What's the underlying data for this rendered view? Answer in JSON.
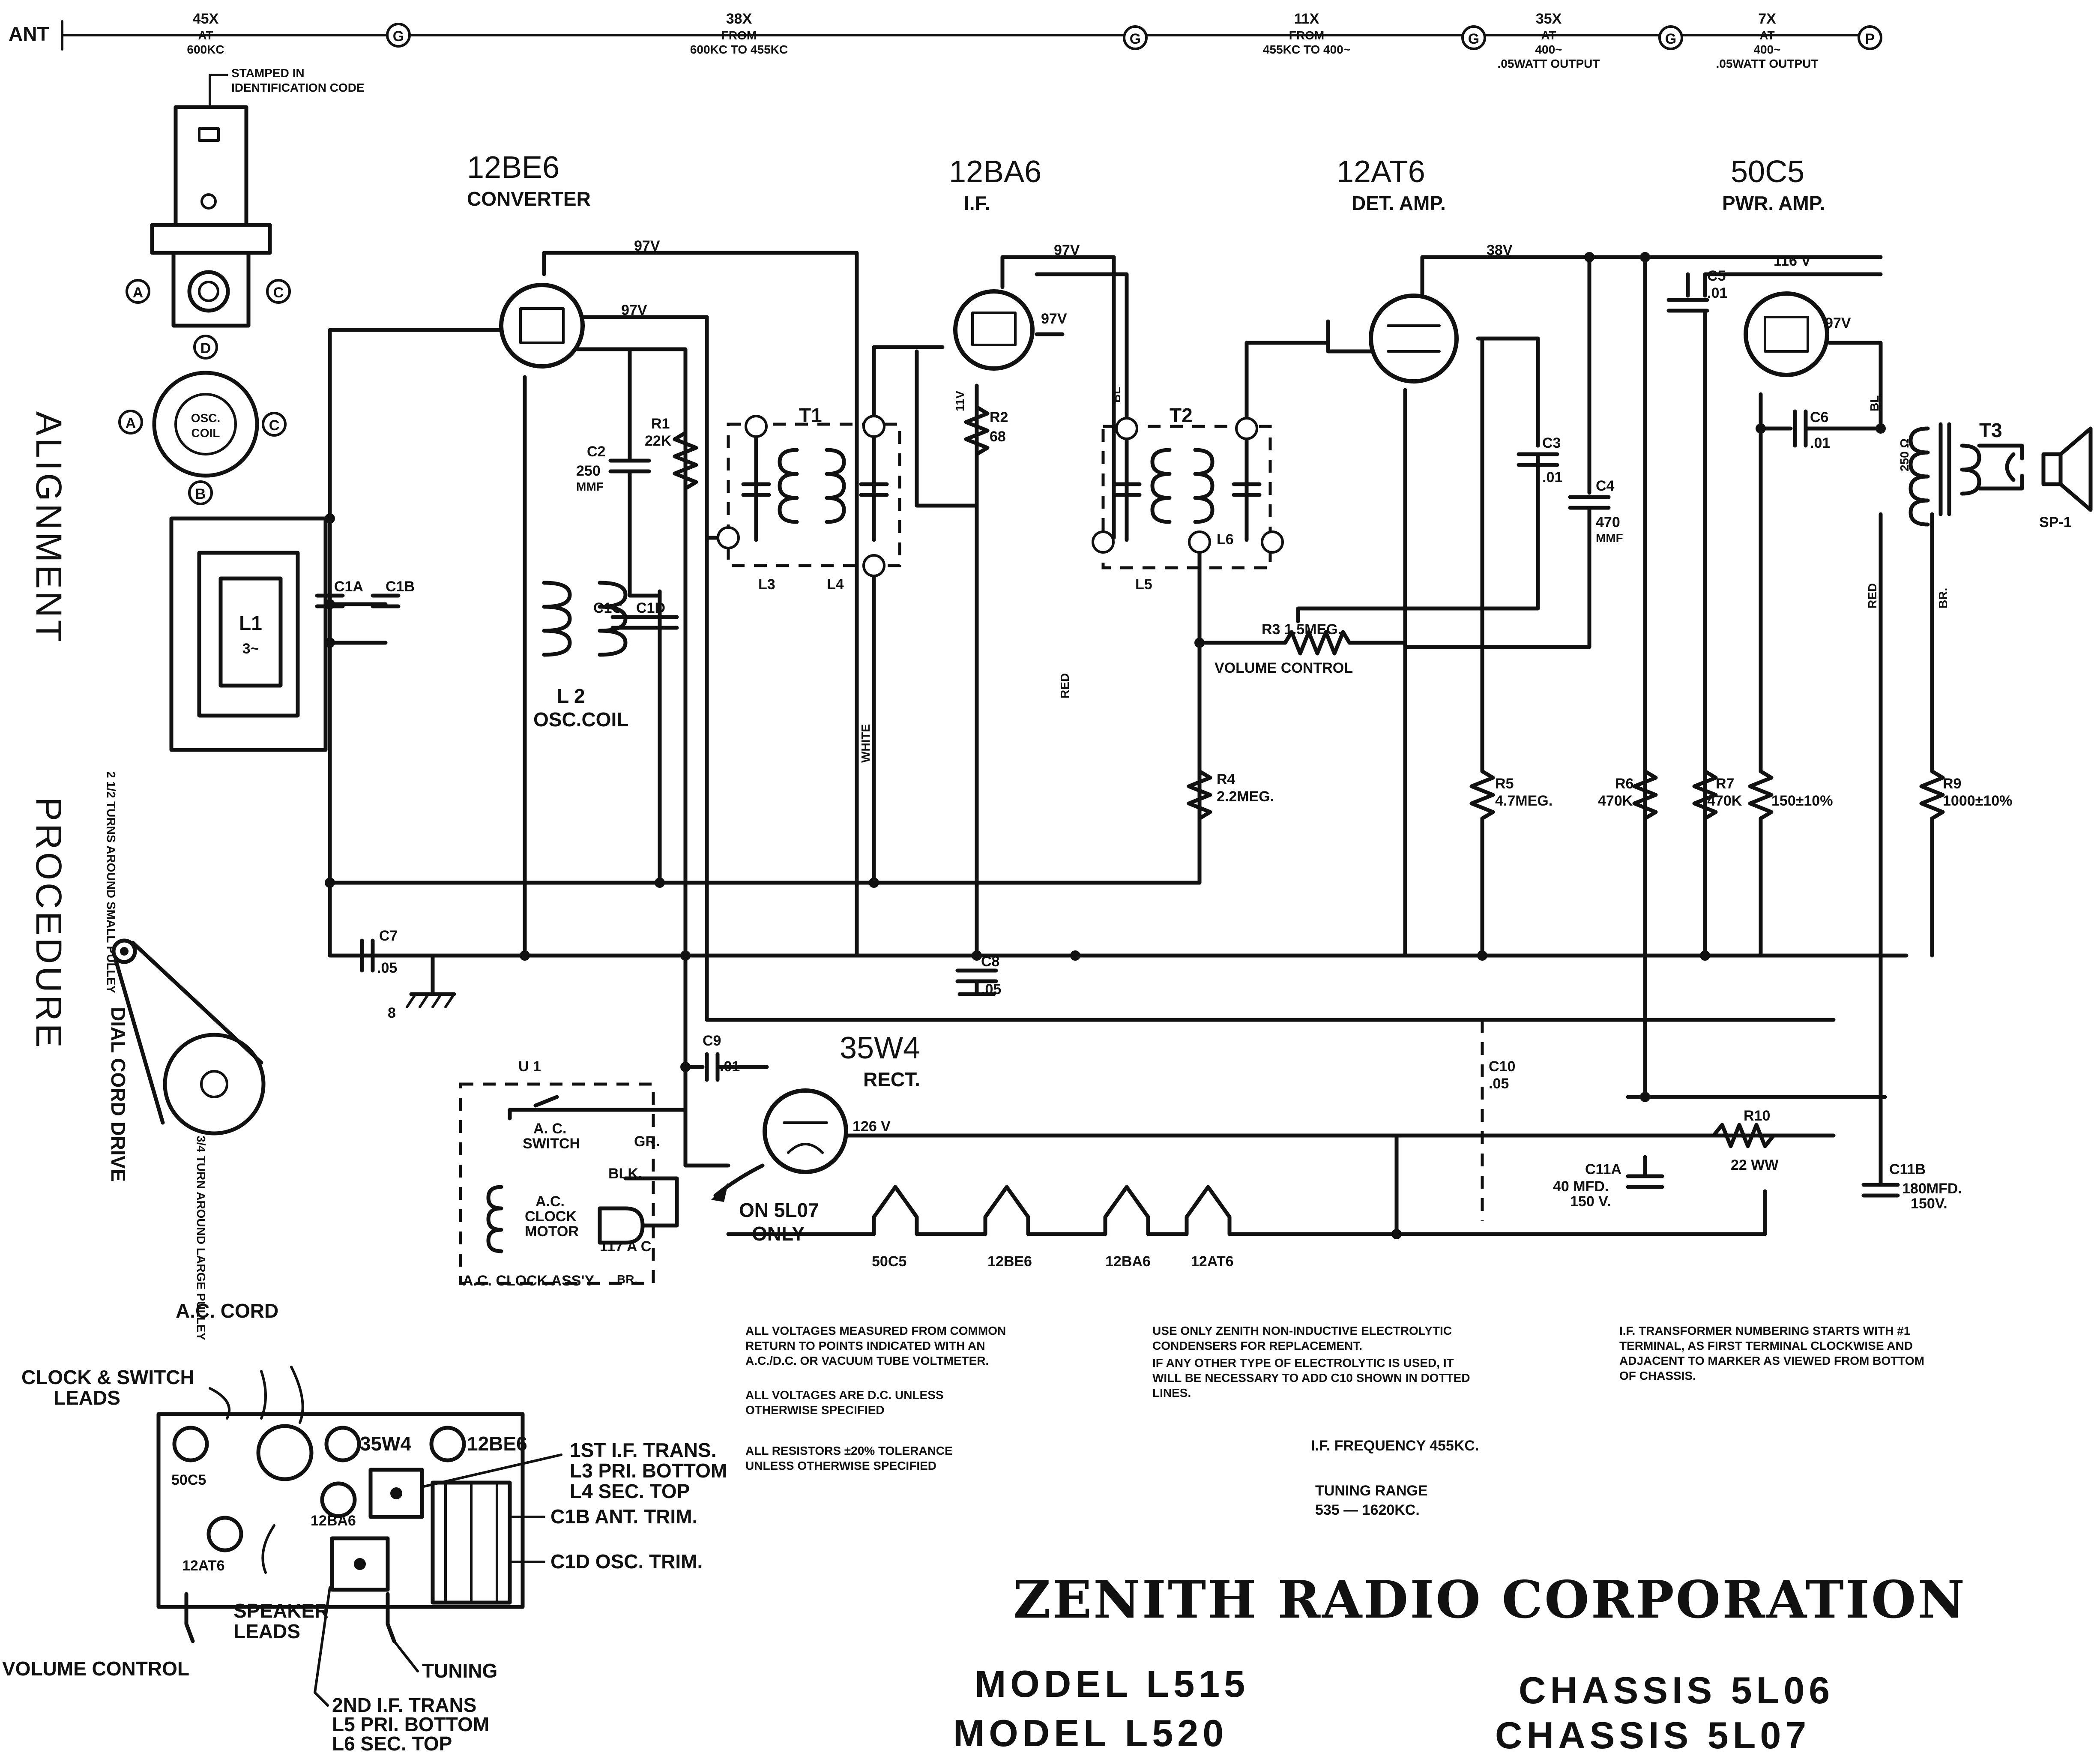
{
  "signal_chain": {
    "ant": "ANT",
    "stage1_gain": "45X",
    "stage1_at": "AT",
    "stage1_freq": "600KC",
    "stage2_gain": "38X",
    "stage2_at": "FROM",
    "stage2_freq": "600KC TO 455KC",
    "stage3_gain": "11X",
    "stage3_at": "FROM",
    "stage3_freq": "455KC TO 400~",
    "stage4_gain": "35X",
    "stage4_at": "AT",
    "stage4_freq": "400~",
    "stage4_out": ".05WATT OUTPUT",
    "stage5_gain": "7X",
    "stage5_at": "AT",
    "stage5_freq": "400~",
    "stage5_out": ".05WATT OUTPUT",
    "node_g": "G",
    "node_p": "P"
  },
  "coil_drawing": {
    "stamped_line1": "STAMPED IN",
    "stamped_line2": "IDENTIFICATION CODE",
    "pin_a": "A",
    "pin_b": "B",
    "pin_c": "C",
    "pin_d": "D",
    "osc_line1": "OSC.",
    "osc_line2": "COIL"
  },
  "tubes": {
    "t1_type": "12BE6",
    "t1_func": "CONVERTER",
    "t2_type": "12BA6",
    "t2_func": "I.F.",
    "t3_type": "12AT6",
    "t3_func": "DET. AMP.",
    "t4_type": "50C5",
    "t4_func": "PWR. AMP.",
    "t5_type": "35W4",
    "t5_func": "RECT."
  },
  "voltages": {
    "v1": "97V",
    "v2": "97V",
    "v3": "97V",
    "v4": "97V",
    "v5": "38V",
    "v6": "116 V",
    "v7": "97V",
    "v8": "126 V",
    "v9": "11V"
  },
  "components": {
    "c2": "C2",
    "c2_val": "250",
    "c2_unit": "MMF",
    "r1": "R1",
    "r1_val": "22K",
    "r2": "R2",
    "r2_val": "68",
    "t1": "T1",
    "t2": "T2",
    "t3": "T3",
    "l1": "L1",
    "l1_sub": "3~",
    "l2": "L 2",
    "l2_sub": "OSC.COIL",
    "l3": "L3",
    "l4": "L4",
    "l5": "L5",
    "l6": "L6",
    "c1a": "C1A",
    "c1b": "C1B",
    "c1c": "C1C",
    "c1d": "C1D",
    "c3": "C3",
    "c3_val": ".01",
    "c4": "C4",
    "c4_val": "470",
    "c4_unit": "MMF",
    "c5": "C5",
    "c5_val": ".01",
    "c6": "C6",
    "c6_val": ".01",
    "r3": "R3 1.5MEG.",
    "vol": "VOLUME CONTROL",
    "r4": "R4",
    "r4_val": "2.2MEG.",
    "r5": "R5",
    "r5_val": "4.7MEG.",
    "r6": "R6",
    "r6_val": "470K",
    "r7": "R7",
    "r7_val": "470K",
    "r8_val": "150±10%",
    "r9": "R9",
    "r9_val": "1000±10%",
    "r10": "R10",
    "r10_val": "22 WW",
    "c7": "C7",
    "c7_val": ".05",
    "c8": "C8",
    "c8_val": ".05",
    "c9": "C9",
    "c9_val": ".01",
    "c10": "C10",
    "c10_val": ".05",
    "c11a": "C11A",
    "c11a_val1": "40 MFD.",
    "c11a_val2": "150 V.",
    "c11b": "C11B",
    "c11b_val1": "180MFD.",
    "c11b_val2": "150V.",
    "sp": "SP-1",
    "t3_ohm": "250 Ω",
    "u1": "U 1",
    "ac_switch1": "A. C.",
    "ac_switch2": "SWITCH",
    "clock1": "A.C.",
    "clock2": "CLOCK",
    "clock3": "MOTOR",
    "clock_assy": "A.C. CLOCK ASS'Y",
    "plug": "117 A C",
    "on5l07_1": "ON 5L07",
    "on5l07_2": "ONLY",
    "gr": "GR.",
    "blk": "BLK.",
    "br": "BR.",
    "ground": "8",
    "wire_bl1": "BL",
    "wire_bl2": "BL",
    "wire_white": "WHITE",
    "wire_red": "RED",
    "wire_red2": "RED",
    "wire_br": "BR."
  },
  "heaters": {
    "h1": "50C5",
    "h2": "12BE6",
    "h3": "12BA6",
    "h4": "12AT6"
  },
  "side_title": {
    "line1": "ALIGNMENT",
    "line2": "PROCEDURE"
  },
  "dial": {
    "top_note": "2 1/2 TURNS AROUND SMALL PULLEY",
    "bottom_note": "3/4 TURN AROUND LARGE PULLEY",
    "title": "DIAL CORD DRIVE"
  },
  "chassis_view": {
    "ac_cord": "A.C. CORD",
    "clock_switch1": "CLOCK & SWITCH",
    "clock_switch2": "LEADS",
    "tube_50c5": "50C5",
    "tube_35w4": "35W4",
    "tube_12be6": "12BE6",
    "tube_12ba6": "12BA6",
    "tube_12at6": "12AT6",
    "first_if1": "1ST I.F. TRANS.",
    "first_if2": "L3 PRI. BOTTOM",
    "first_if3": "L4 SEC. TOP",
    "c1b_trim": "C1B ANT. TRIM.",
    "c1d_trim": "C1D OSC. TRIM.",
    "speaker1": "SPEAKER",
    "speaker2": "LEADS",
    "volume": "VOLUME CONTROL",
    "tuning": "TUNING",
    "second_if1": "2ND I.F. TRANS",
    "second_if2": "L5 PRI. BOTTOM",
    "second_if3": "L6 SEC. TOP"
  },
  "notes": {
    "n1_l1": "ALL VOLTAGES MEASURED FROM COMMON",
    "n1_l2": "RETURN TO POINTS INDICATED WITH AN",
    "n1_l3": "A.C./D.C. OR VACUUM TUBE VOLTMETER.",
    "n2_l1": "ALL VOLTAGES ARE D.C. UNLESS",
    "n2_l2": "OTHERWISE SPECIFIED",
    "n3_l1": "ALL RESISTORS ±20% TOLERANCE",
    "n3_l2": "UNLESS OTHERWISE SPECIFIED",
    "n4_l1": "USE ONLY ZENITH NON-INDUCTIVE ELECTROLYTIC",
    "n4_l2": "CONDENSERS FOR REPLACEMENT.",
    "n4_l3": "IF ANY OTHER TYPE OF ELECTROLYTIC IS USED, IT",
    "n4_l4": "WILL BE NECESSARY TO ADD C10 SHOWN IN DOTTED",
    "n4_l5": "LINES.",
    "n5_l1": "I.F. TRANSFORMER NUMBERING STARTS WITH #1",
    "n5_l2": "TERMINAL, AS FIRST TERMINAL CLOCKWISE AND",
    "n5_l3": "ADJACENT TO MARKER AS VIEWED FROM BOTTOM",
    "n5_l4": "OF CHASSIS.",
    "if_freq": "I.F. FREQUENCY 455KC.",
    "tuning_range1": "TUNING RANGE",
    "tuning_range2": "535 — 1620KC."
  },
  "footer": {
    "company": "ZENITH RADIO CORPORATION",
    "model1": "MODEL L515",
    "model2": "MODEL L520",
    "chassis1": "CHASSIS 5L06",
    "chassis2": "CHASSIS 5L07"
  }
}
